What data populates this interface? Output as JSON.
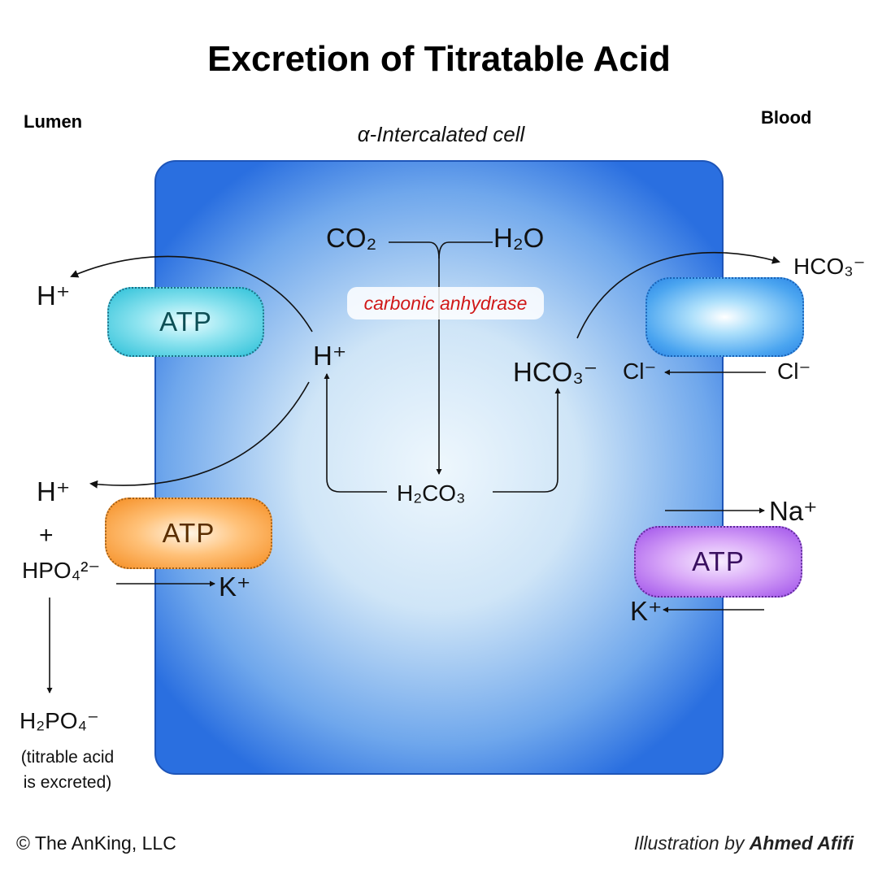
{
  "title": "Excretion of Titratable Acid",
  "labels": {
    "lumen": "Lumen",
    "blood": "Blood",
    "cell": "α-Intercalated cell"
  },
  "chemicals": {
    "co2": "CO₂",
    "h2o": "H₂O",
    "enzyme": "carbonic anhydrase",
    "h_plus_cell": "H⁺",
    "hco3_cell": "HCO₃⁻",
    "h2co3": "H₂CO₃",
    "h_plus_lumen_top": "H⁺",
    "h_plus_lumen_mid": "H⁺",
    "plus": "+",
    "hpo4": "HPO₄²⁻",
    "k_plus_lumen": "K⁺",
    "h2po4": "H₂PO₄⁻",
    "titrable_note_1": "(titrable acid",
    "titrable_note_2": "is excreted)",
    "hco3_blood": "HCO₃⁻",
    "cl_cell": "Cl⁻",
    "cl_blood": "Cl⁻",
    "na_plus": "Na⁺",
    "k_plus_blood": "K⁺"
  },
  "pumps": {
    "atp_top": "ATP",
    "atp_mid": "ATP",
    "atp_right": "ATP"
  },
  "footer": {
    "copyright": "© The AnKing, LLC",
    "credit_prefix": "Illustration by",
    "credit_name": "Ahmed Afifi"
  },
  "colors": {
    "cell_border": "#1e55b8",
    "enzyme_text": "#d01818",
    "atp_top": "#2cc0d8",
    "atp_mid": "#f58d22",
    "atp_right": "#a052ea",
    "exchanger": "#4ba5f0"
  }
}
